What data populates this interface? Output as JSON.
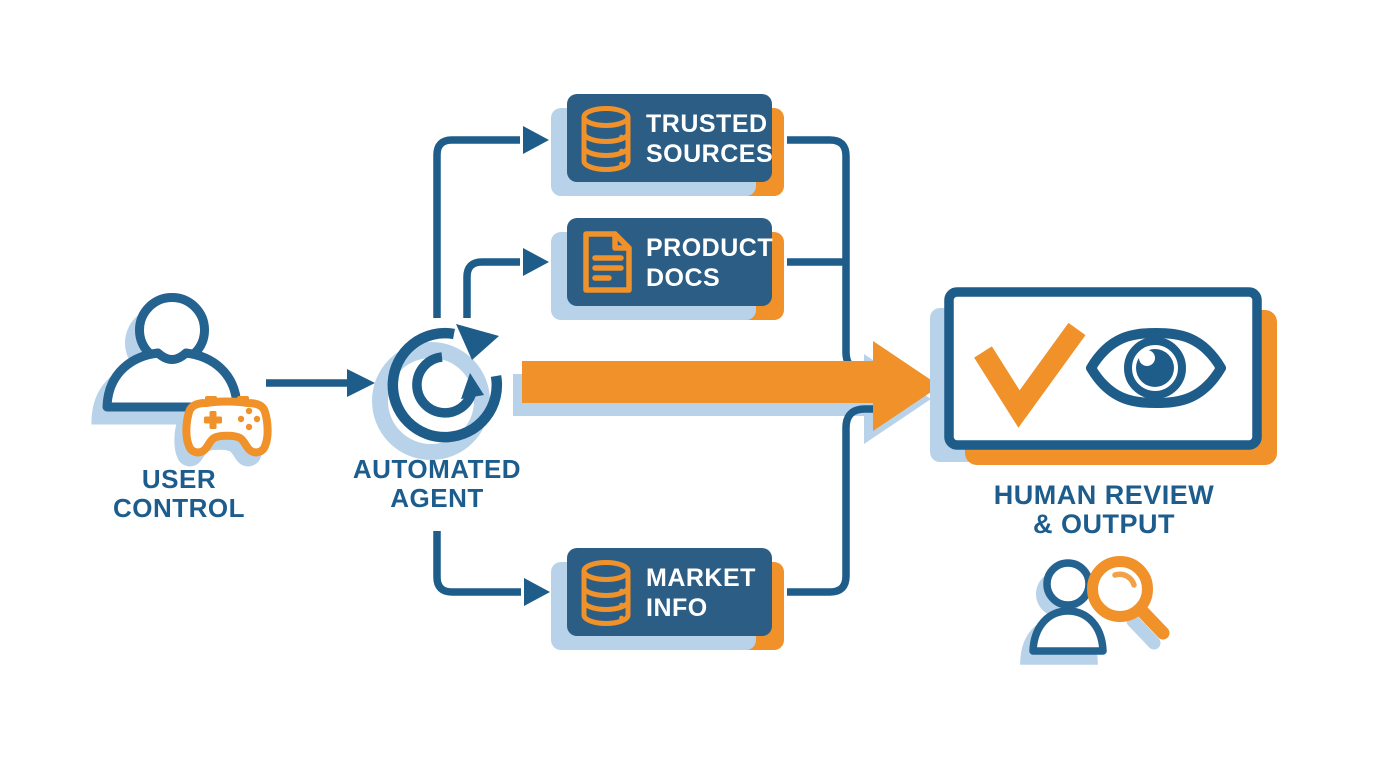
{
  "diagram": {
    "colors": {
      "primary_blue": "#1e5c8a",
      "box_blue": "#2b5d85",
      "light_blue": "#b8d3e9",
      "orange": "#f09129",
      "text_blue": "#1d5d8d",
      "white": "#ffffff"
    },
    "nodes": {
      "user_control": {
        "label": "USER CONTROL",
        "lines": [
          "USER",
          "CONTROL"
        ],
        "icons": [
          "person-icon",
          "game-controller-icon"
        ]
      },
      "automated_agent": {
        "label": "AUTOMATED AGENT",
        "lines": [
          "AUTOMATED",
          "AGENT"
        ],
        "icons": [
          "cycle-arrows-icon"
        ]
      },
      "trusted_sources": {
        "label": "TRUSTED SOURCES",
        "lines": [
          "TRUSTED",
          "SOURCES"
        ],
        "icons": [
          "database-icon"
        ]
      },
      "product_docs": {
        "label": "PRODUCT DOCS",
        "lines": [
          "PRODUCT",
          "DOCS"
        ],
        "icons": [
          "document-icon"
        ]
      },
      "market_info": {
        "label": "MARKET INFO",
        "lines": [
          "MARKET",
          "INFO"
        ],
        "icons": [
          "database-icon"
        ]
      },
      "human_review": {
        "label": "HUMAN REVIEW & OUTPUT",
        "lines": [
          "HUMAN REVIEW",
          "& OUTPUT"
        ],
        "icons": [
          "checkmark-icon",
          "eye-icon",
          "person-with-magnifier-icon"
        ]
      }
    },
    "edges": [
      {
        "from": "user_control",
        "to": "automated_agent",
        "style": "thin-blue-arrow"
      },
      {
        "from": "automated_agent",
        "to": "trusted_sources",
        "style": "thin-blue-arrow"
      },
      {
        "from": "automated_agent",
        "to": "product_docs",
        "style": "thin-blue-arrow"
      },
      {
        "from": "automated_agent",
        "to": "market_info",
        "style": "thin-blue-arrow"
      },
      {
        "from": "automated_agent",
        "to": "human_review",
        "style": "big-orange-arrow"
      },
      {
        "from": "trusted_sources",
        "to": "human_review",
        "style": "thin-blue-line"
      },
      {
        "from": "product_docs",
        "to": "human_review",
        "style": "thin-blue-line"
      },
      {
        "from": "market_info",
        "to": "human_review",
        "style": "thin-blue-line"
      }
    ]
  }
}
